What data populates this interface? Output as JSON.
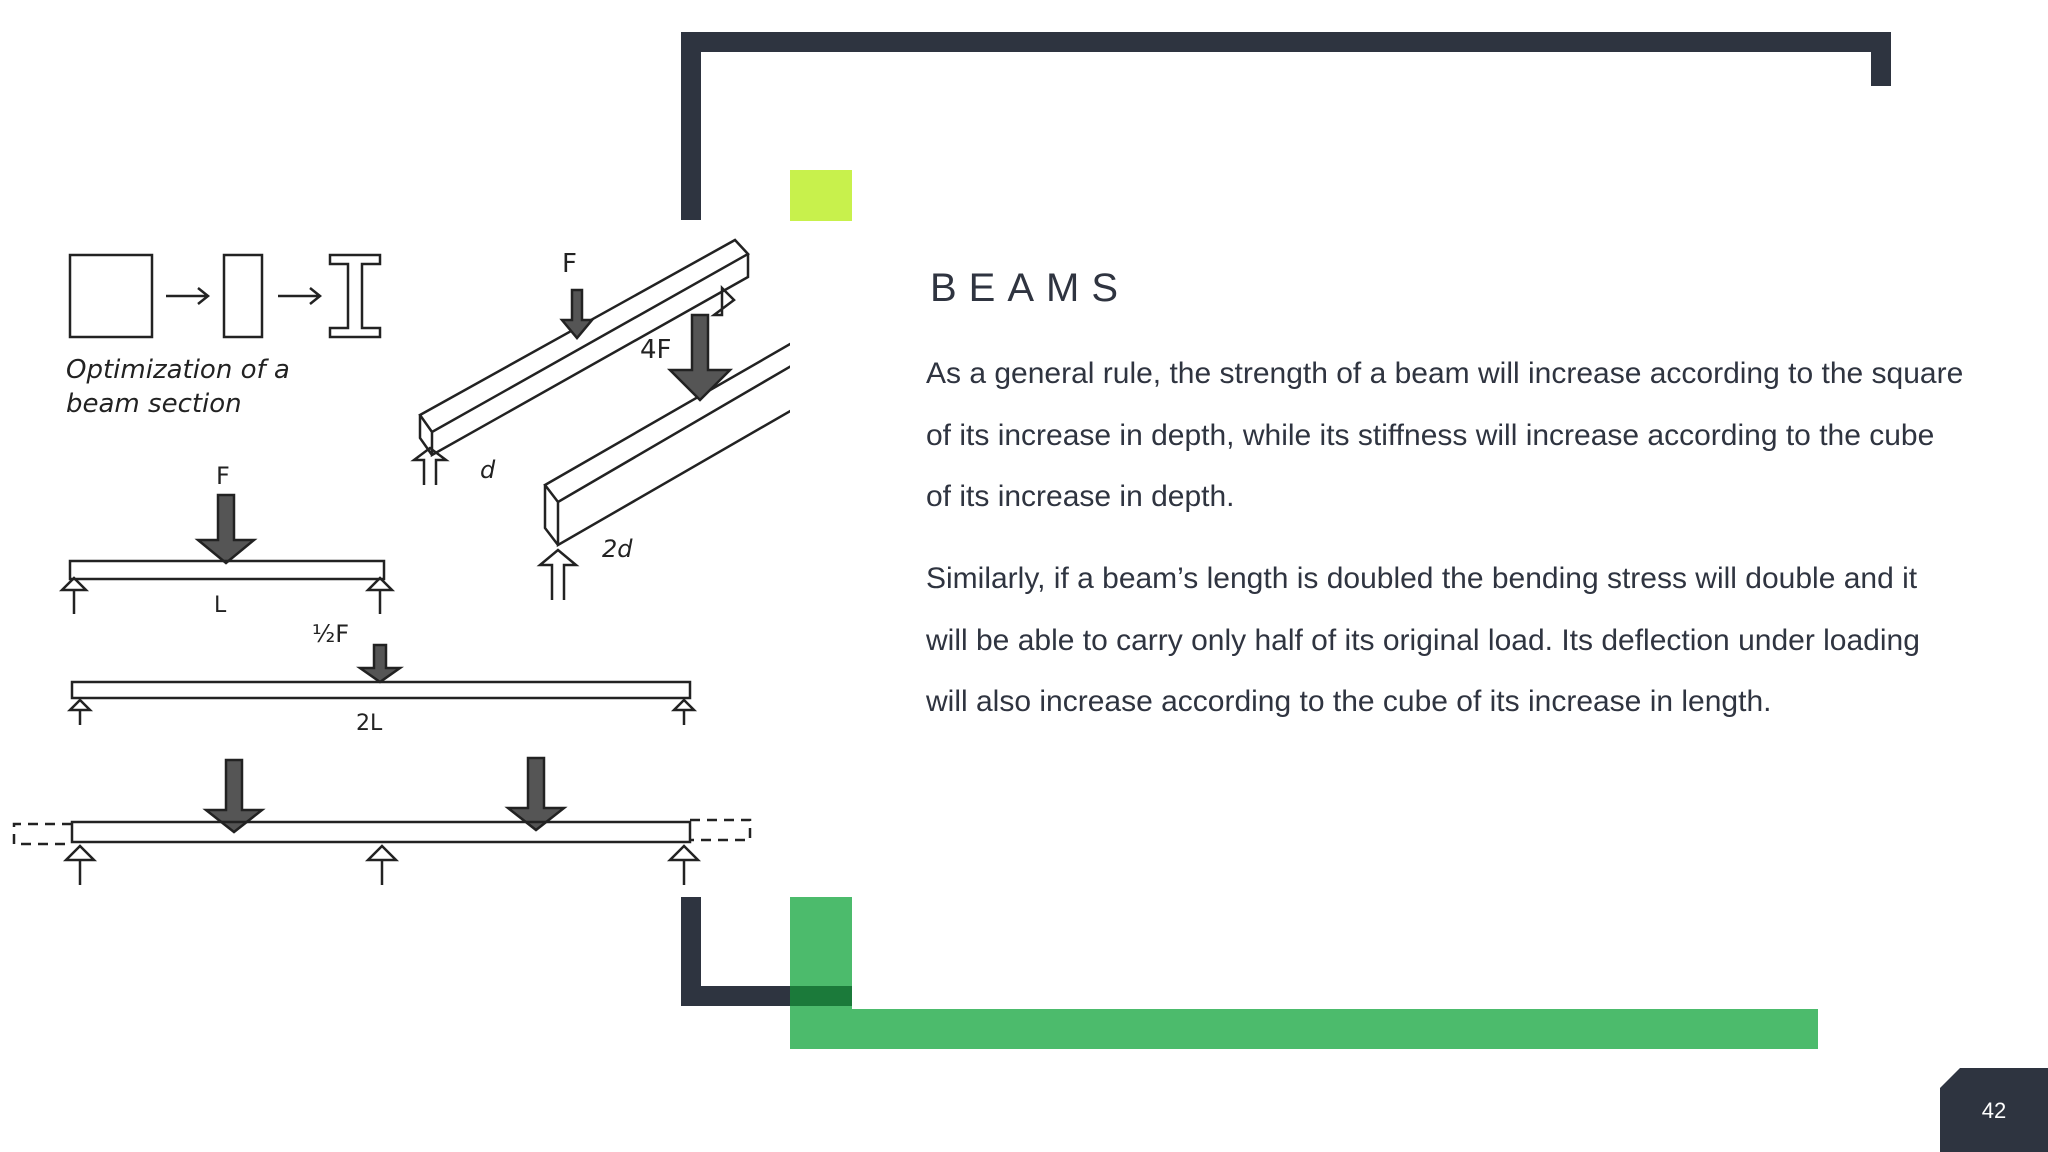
{
  "slide": {
    "title": "BEAMS",
    "paragraphs": [
      "As a general rule, the strength of a beam will increase according to the square of its increase in depth, while its stiffness will increase according to the cube of its increase in depth.",
      "Similarly, if a beam’s length is doubled the bending stress will double and it will be able to carry only half of its original load. Its deflection under loading will also increase according to the cube of its increase in length."
    ],
    "page_number": "42"
  },
  "sketch": {
    "caption_line1": "Optimization of a",
    "caption_line2": "beam section",
    "label_f_top": "F",
    "label_4f": "4F",
    "label_d": "d",
    "label_2d": "2d",
    "label_f_left": "F",
    "label_l": "L",
    "label_half_f": "½F",
    "label_2l": "2L"
  },
  "colors": {
    "frame": "#2e3440",
    "accent_lime": "#c8f14c",
    "accent_green": "#4cbb6c",
    "accent_dark_green": "#1b7a3a",
    "text": "#2f3440"
  }
}
